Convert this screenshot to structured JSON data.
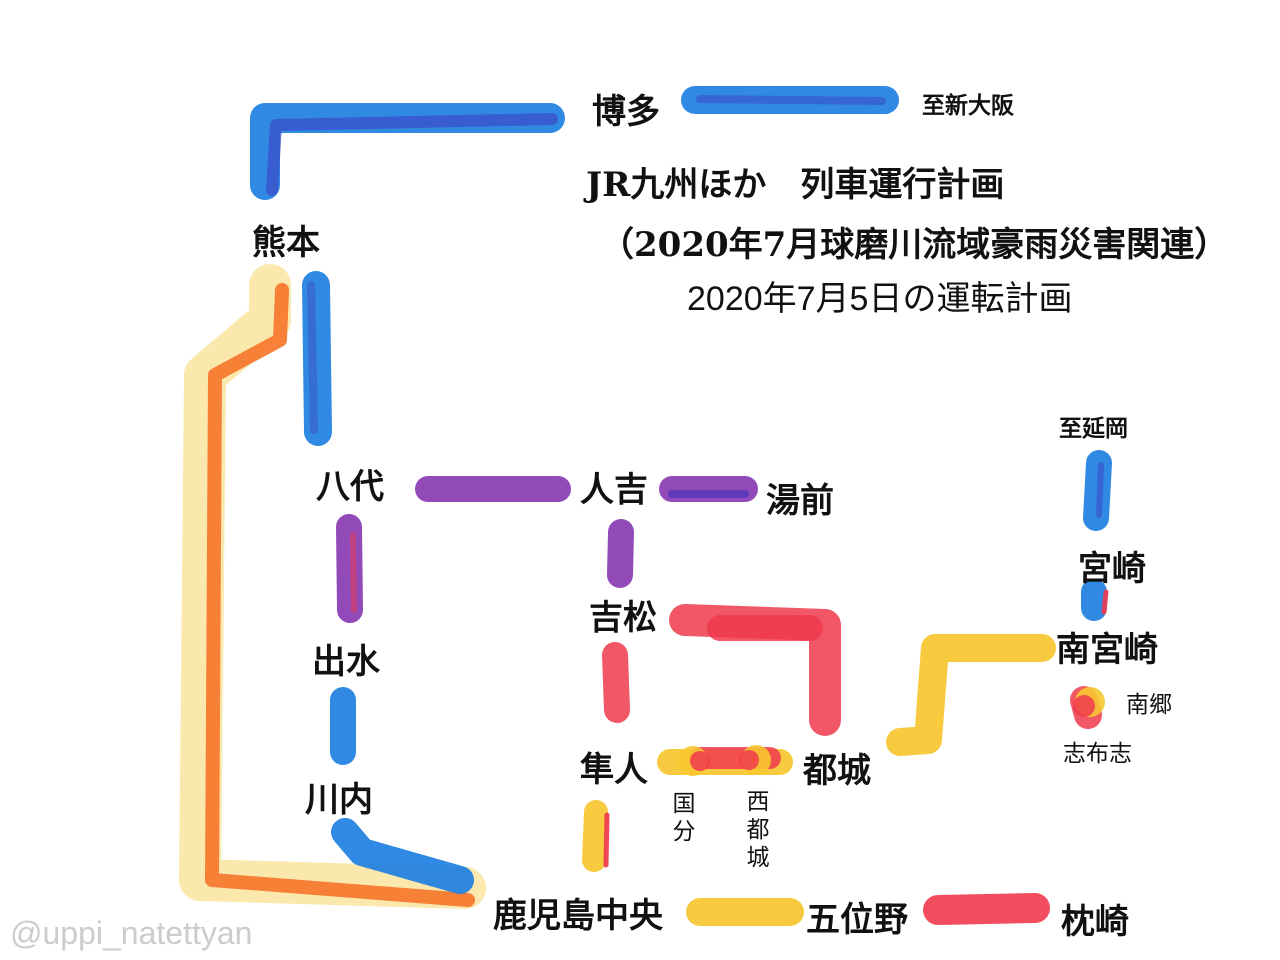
{
  "title": {
    "line1": "JR九州ほか　列車運行計画",
    "line2": "（2020年7月球磨川流域豪雨災害関連）",
    "line3": "2020年7月5日の運転計画"
  },
  "watermark": "@uppi_natettyan",
  "colors": {
    "blue": "#1e7fe0",
    "blue_dark": "#3a4fc9",
    "purple": "#8a3bb3",
    "purple_dark": "#5a3ab8",
    "red": "#f03a4e",
    "yellow": "#f7c630",
    "yellow_light": "#fbe6a6",
    "orange": "#f5762a"
  },
  "stations": {
    "hakata": "博多",
    "kumamoto": "熊本",
    "yatsushiro": "八代",
    "hitoyoshi": "人吉",
    "yunomae": "湯前",
    "izumi": "出水",
    "sendai": "川内",
    "yoshimatsu": "吉松",
    "hayato": "隼人",
    "miyakonojo": "都城",
    "kagoshimachuo": "鹿児島中央",
    "goino": "五位野",
    "makurazaki": "枕崎",
    "miyazaki": "宮崎",
    "minamimiyazaki": "南宮崎"
  },
  "minor_labels": {
    "to_shinosaka": "至新大阪",
    "to_nobeoka": "至延岡",
    "nango": "南郷",
    "shibushi": "志布志",
    "kokubu": "国分",
    "nishimiyakonojo": "西都城"
  }
}
